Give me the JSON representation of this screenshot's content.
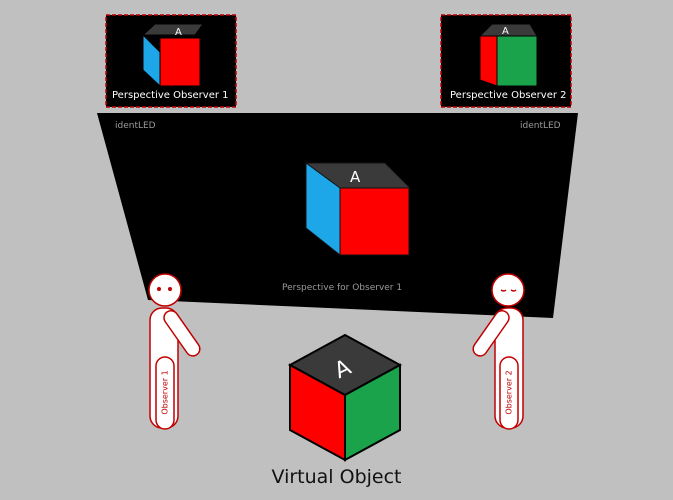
{
  "thumbnails": [
    {
      "label": "Perspective Observer 1"
    },
    {
      "label": "Perspective Observer 2"
    }
  ],
  "screen": {
    "brand_left": "identLED",
    "brand_right": "identLED",
    "caption": "Perspective for Observer 1"
  },
  "observers": [
    {
      "label": "Observer 1"
    },
    {
      "label": "Observer 2"
    }
  ],
  "cube_letter": "A",
  "title": "Virtual Object",
  "colors": {
    "background": "#c0c0c0",
    "red": "#ff0000",
    "blue": "#1ea7e8",
    "green": "#1aa34a",
    "outline": "#c00000"
  }
}
